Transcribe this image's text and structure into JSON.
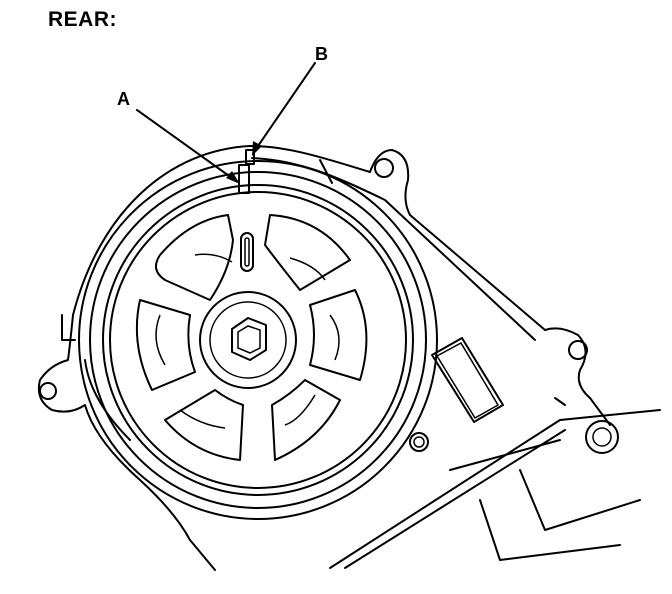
{
  "heading": "REAR:",
  "callouts": {
    "a": "A",
    "b": "B"
  },
  "colors": {
    "line": "#000000",
    "background": "#ffffff"
  }
}
